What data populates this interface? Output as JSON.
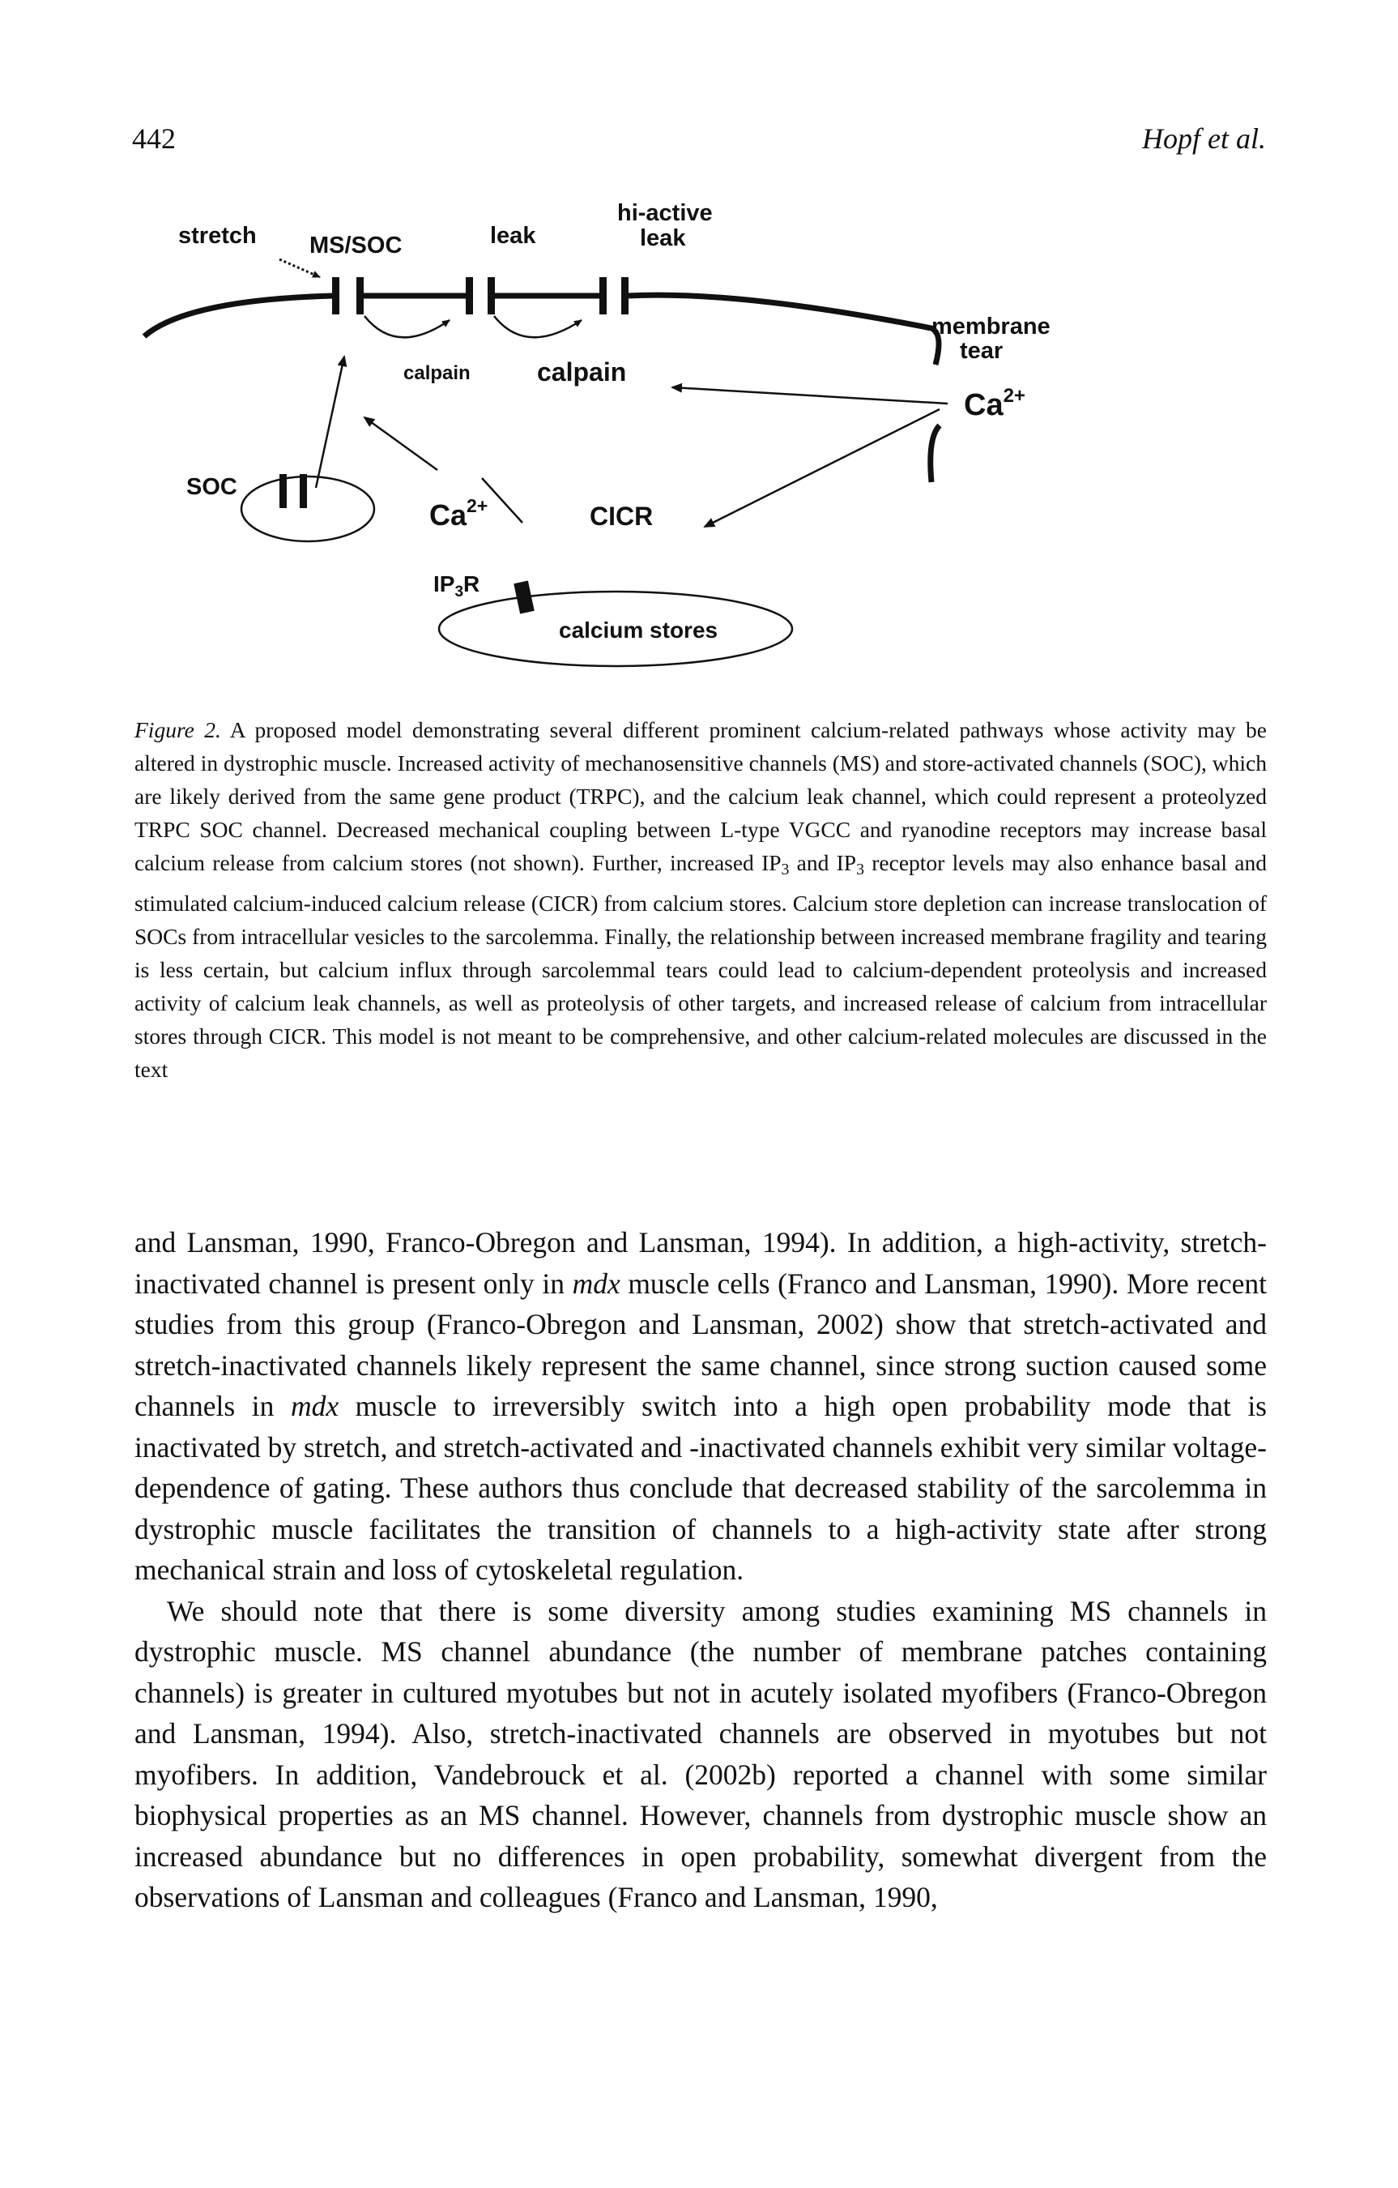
{
  "header": {
    "page_number": "442",
    "running_head": "Hopf et al."
  },
  "figure": {
    "labels": {
      "stretch": "stretch",
      "ms_soc": "MS/SOC",
      "leak": "leak",
      "hi_active_line1": "hi-active",
      "hi_active_line2": "leak",
      "membrane": "membrane",
      "tear": "tear",
      "calpain_small": "calpain",
      "calpain_large": "calpain",
      "ca_right": "Ca",
      "ca_center": "Ca",
      "charge": "2+",
      "soc": "SOC",
      "cicr": "CICR",
      "ip3r": "IP",
      "ip3r_sub": "3",
      "ip3r_r": "R",
      "calcium_stores": "calcium stores"
    }
  },
  "caption": {
    "figure_label": "Figure 2.",
    "text": "A proposed model demonstrating several different prominent calcium-related pathways whose activity may be altered in dystrophic muscle. Increased activity of mechanosensitive channels (MS) and store-activated channels (SOC), which are likely derived from the same gene product (TRPC), and the calcium leak channel, which could represent a proteolyzed TRPC SOC channel. Decreased mechanical coupling between L-type VGCC and ryanodine receptors may increase basal calcium release from calcium stores (not shown). Further, increased IP",
    "sub1": "3",
    "text2": " and IP",
    "sub2": "3",
    "text3": " receptor levels may also enhance basal and stimulated calcium-induced calcium release (CICR) from calcium stores. Calcium store depletion can increase translocation of SOCs from intracellular vesicles to the sarcolemma. Finally, the relationship between increased membrane fragility and tearing is less certain, but calcium influx through sarcolemmal tears could lead to calcium-dependent proteolysis and increased activity of calcium leak channels, as well as proteolysis of other targets, and increased release of calcium from intracellular stores through CICR. This model is not meant to be comprehensive, and other calcium-related molecules are discussed in the text"
  },
  "body": {
    "p1_a": "and Lansman, 1990, Franco-Obregon and Lansman, 1994). In addition, a high-activity, stretch-inactivated channel is present only in ",
    "p1_mdx1": "mdx",
    "p1_b": " muscle cells (Franco and Lansman, 1990). More recent studies from this group (Franco-Obregon and Lansman, 2002) show that stretch-activated and stretch-inactivated channels likely represent the same channel, since strong suction caused some channels in ",
    "p1_mdx2": "mdx",
    "p1_c": " muscle to irreversibly switch into a high open probability mode that is inactivated by stretch, and stretch-activated and -inactivated channels exhibit very similar voltage-dependence of gating. These authors thus conclude that decreased stability of the sarcolemma in dystrophic muscle facilitates the transition of channels to a high-activity state after strong mechanical strain and loss of cytoskeletal regulation.",
    "p2": "We should note that there is some diversity among studies examining MS channels in dystrophic muscle. MS channel abundance (the number of membrane patches containing channels) is greater in cultured myotubes but not in acutely isolated myofibers (Franco-Obregon and Lansman, 1994). Also, stretch-inactivated channels are observed in myotubes but not myofibers. In addition, Vandebrouck et al. (2002b) reported a channel with some similar biophysical properties as an MS channel. However, channels from dystrophic muscle show an increased abundance but no differences in open probability, somewhat divergent from the observations of Lansman and colleagues (Franco and Lansman, 1990,"
  }
}
